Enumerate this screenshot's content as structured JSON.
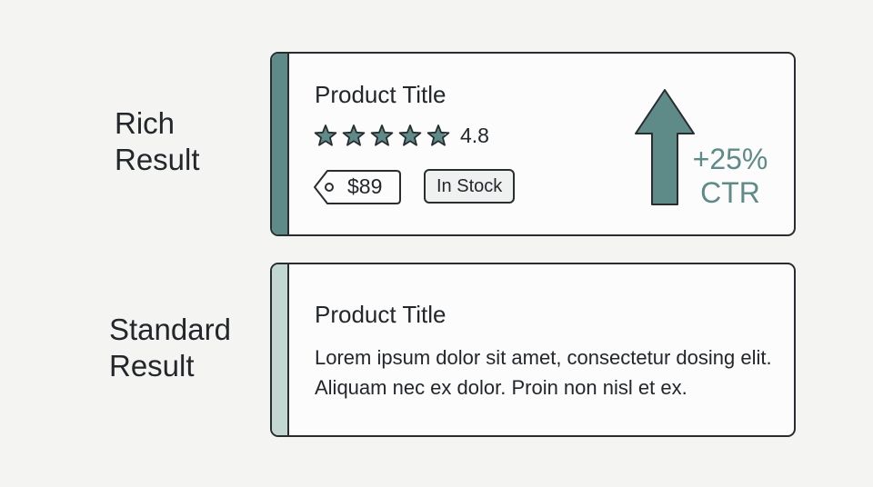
{
  "labels": {
    "rich": [
      "Rich",
      "Result"
    ],
    "standard": [
      "Standard",
      "Result"
    ]
  },
  "rich_result": {
    "title": "Product Title",
    "rating": "4.8",
    "rating_value": 4.8,
    "rating_max": 5,
    "price": "$89",
    "stock": "In Stock",
    "ctr": [
      "+25%",
      "CTR"
    ]
  },
  "standard_result": {
    "title": "Product Title",
    "description": "Lorem ipsum dolor sit amet, consectetur dosing elit. Aliquam nec ex dolor. Proin non nisl et ex."
  },
  "colors": {
    "accent": "#5e8a88",
    "accent_light": "#c2d6d2",
    "outline": "#2a2d30",
    "background": "#f4f4f2"
  },
  "icons": [
    "star-icon",
    "price-tag-icon",
    "up-arrow-icon"
  ]
}
